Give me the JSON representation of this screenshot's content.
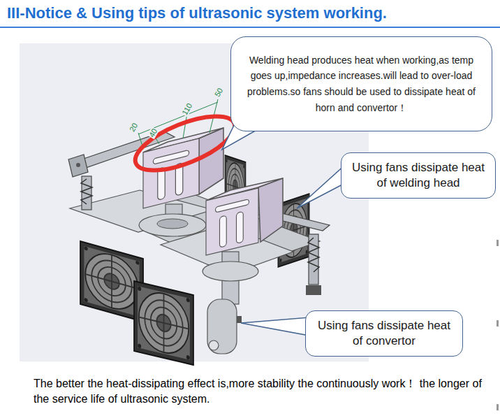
{
  "diagram": {
    "title": "III-Notice & Using tips of ultrasonic system working.",
    "caption": "The better the heat-dissipating effect is,more stability the continuously work！ the longer of the service life of ultrasonic system.",
    "nodes": [
      {
        "text": [
          "Welding head produces heat when working,as temp goes up,impedance increases.will lead to over-load problems.so fans should be used to dissipate heat of horn and convertor！"
        ]
      },
      {
        "text": [
          "Using fans dissipate heat of welding head"
        ]
      },
      {
        "text": [
          "Using fans dissipate heat of convertor"
        ]
      }
    ],
    "labels": [
      "20",
      "40",
      "110",
      "50"
    ]
  }
}
